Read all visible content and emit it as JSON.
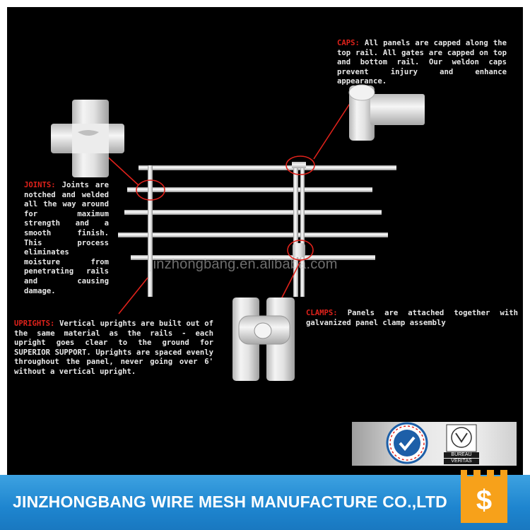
{
  "callouts": {
    "caps": {
      "label": "CAPS:",
      "text": " All panels are capped along the top rail. All gates are capped on top and bottom rail. Our weldon caps prevent injury and enhance appearance."
    },
    "joints": {
      "label": "JOINTS:",
      "text": " Joints are notched and welded all the way around for maximum strength and a smooth finish. This process eliminates moisture from penetrating rails and causing damage."
    },
    "uprights": {
      "label": "UPRIGHTS:",
      "text": " Vertical uprights are built out of the same material as the rails - each upright goes clear to the ground for SUPERIOR SUPPORT. Uprights are spaced evenly throughout the panel, never going over 6' without a vertical upright."
    },
    "clamps": {
      "label": "CLAMPS:",
      "text": " Panels are attached together with galvanized panel clamp assembly"
    }
  },
  "watermark": "jinzhongbang.en.alibaba.com",
  "footer": {
    "company": "JINZHONGBANG WIRE MESH MANUFACTURE CO.,LTD",
    "shop_symbol": "$"
  },
  "certifications": {
    "bureau_line1": "BUREAU",
    "bureau_line2": "VERITAS"
  },
  "colors": {
    "background": "#000000",
    "accent_red": "#e0221b",
    "footer_blue": "#1e85cf",
    "shop_orange": "#f7a11a"
  }
}
